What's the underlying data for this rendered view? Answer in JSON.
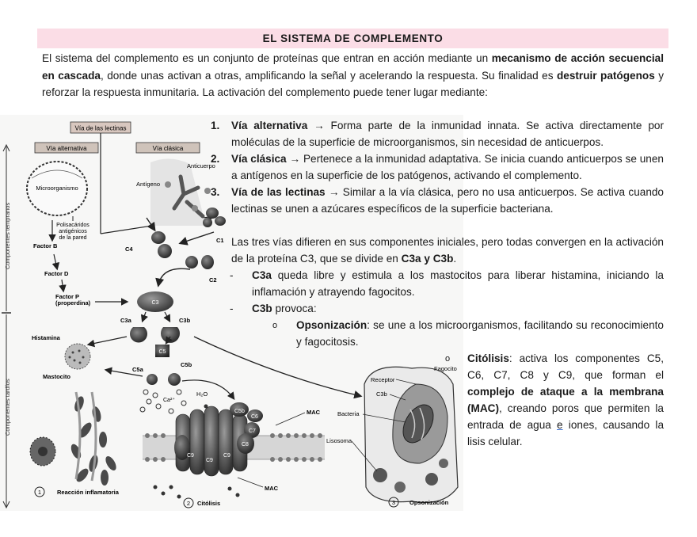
{
  "title": "EL SISTEMA DE COMPLEMENTO",
  "intro": {
    "p1": "El sistema del complemento es un conjunto de proteínas que entran en acción mediante un ",
    "b1": "mecanismo de acción secuencial en cascada",
    "p2": ", donde unas activan a otras, amplificando la señal y acelerando la respuesta. Su finalidad es ",
    "b2": "destruir patógenos",
    "p3": " y reforzar la respuesta inmunitaria. La activación del complemento puede tener lugar mediante:"
  },
  "pathways": [
    {
      "num": "1.",
      "name": "Vía alternativa",
      "text": " → Forma parte de la inmunidad innata. Se activa directamente por moléculas de la superficie de microorganismos, sin necesidad de anticuerpos."
    },
    {
      "num": "2.",
      "name": "Vía clásica",
      "text": " → Pertenece a la inmunidad adaptativa. Se inicia cuando anticuerpos se unen a antígenos en la superficie de los patógenos, activando el complemento."
    },
    {
      "num": "3.",
      "name": "Vía de las lectinas",
      "text": " → Similar a la vía clásica, pero no usa anticuerpos. Se activa cuando lectinas se unen a azúcares específicos de la superficie bacteriana."
    }
  ],
  "converge": {
    "p1": "Las tres vías difieren en sus componentes iniciales, pero todas convergen en la activación de la proteína C3, que se divide en ",
    "b1": "C3a y C3b",
    "p2": "."
  },
  "c3a": {
    "marker": "-",
    "name": "C3a",
    "text": " queda libre y estimula a los mastocitos para liberar histamina, iniciando la inflamación y atrayendo fagocitos."
  },
  "c3b": {
    "marker": "-",
    "name": "C3b",
    "text": " provoca:"
  },
  "opsonizacion": {
    "marker": "o",
    "name": "Opsonización",
    "text": ": se une a los microorganismos, facilitando su reconocimiento y fagocitosis."
  },
  "citolisis": {
    "marker": "o",
    "name": "Citólisis",
    "t1": ": activa los componentes C5, C6, C7, C8 y C9, que forman el ",
    "b1": "complejo de ataque a la membrana (MAC)",
    "t2": ", creando poros que permiten la entrada de agua ",
    "u1": "e",
    "t3": " iones, causando la lisis celular."
  },
  "figure": {
    "via_lectinas": "Vía de las lectinas",
    "via_alternativa": "Vía alternativa",
    "via_clasica": "Vía clásica",
    "microorganismo": "Microorganismo",
    "antigeno": "Antígeno",
    "anticuerpo": "Anticuerpo",
    "polisacaridos": [
      "Polisacáridos",
      "antigénicos",
      "de la pared"
    ],
    "factor_b": "Factor B",
    "factor_d": "Factor D",
    "factor_p": [
      "Factor P",
      "(properdina)"
    ],
    "c4": "C4",
    "c1": "C1",
    "c2": "C2",
    "c3": "C3",
    "c3a": "C3a",
    "c3b": "C3b",
    "c5": "C5",
    "c5a": "C5a",
    "c5b": "C5b",
    "c5b_mac": "C5b",
    "c6": "C6",
    "c7": "C7",
    "c8": "C8",
    "c9": "C9",
    "h2o": "H₂O",
    "ca": "Ca²⁺",
    "histamina": "Histamina",
    "mastocito": "Mastocito",
    "mac": "MAC",
    "mac2": "MAC",
    "bacteria": "Bacteria",
    "receptor": "Receptor",
    "fagocito": "Fagocito",
    "c3b_fag": "C3b",
    "lisosoma": "Lisosoma",
    "tempranos": "Componentes tempranos",
    "tardios": "Componentes tardíos",
    "r1_num": "1",
    "r1": "Reacción inflamatoria",
    "r2_num": "2",
    "r2": "Citólisis",
    "r3_num": "3",
    "r3": "Opsonización"
  },
  "colors": {
    "title_bg": "#fbdde6"
  }
}
